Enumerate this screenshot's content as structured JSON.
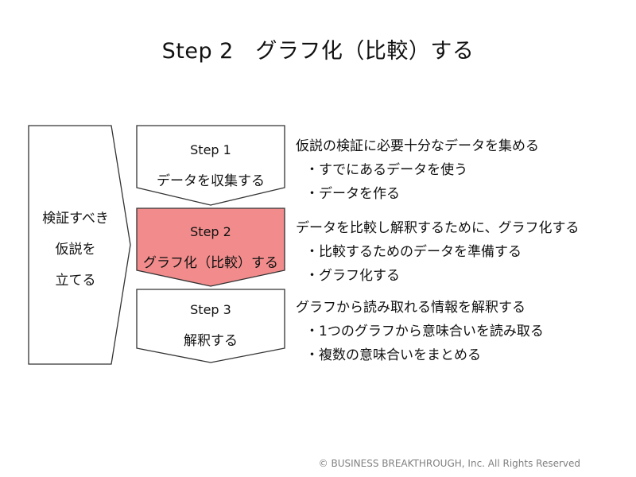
{
  "title": "Step 2　グラフ化（比較）する",
  "hypothesis": {
    "lines": [
      "検証すべき",
      "仮説を",
      "立てる"
    ]
  },
  "steps": [
    {
      "label": "Step 1",
      "name": "データを収集する",
      "highlighted": false,
      "description": "仮説の検証に必要十分なデータを集める",
      "bullets": [
        "・すでにあるデータを使う",
        "・データを作る"
      ]
    },
    {
      "label": "Step 2",
      "name": "グラフ化（比較）する",
      "highlighted": true,
      "description": "データを比較し解釈するために、グラフ化する",
      "bullets": [
        "・比較するためのデータを準備する",
        "・グラフ化する"
      ]
    },
    {
      "label": "Step 3",
      "name": "解釈する",
      "highlighted": false,
      "description": "グラフから読み取れる情報を解釈する",
      "bullets": [
        "・1つのグラフから意味合いを読み取る",
        "・複数の意味合いをまとめる"
      ]
    }
  ],
  "colors": {
    "highlight_fill": "#f28c8c",
    "stroke": "#333333",
    "footer_text": "#808080"
  },
  "footer": "© BUSINESS BREAKTHROUGH, Inc. All Rights Reserved"
}
